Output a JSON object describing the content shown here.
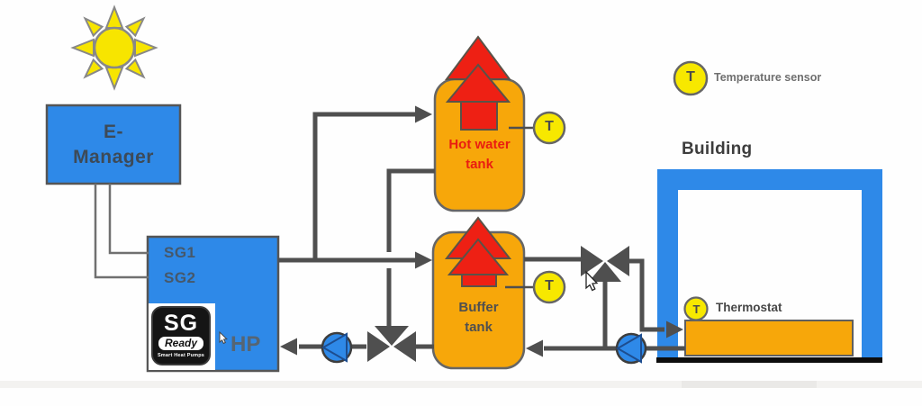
{
  "energy_manager": {
    "label": "E-\nManager"
  },
  "heat_pump": {
    "sg1": "SG1",
    "sg2": "SG2",
    "hp": "HP",
    "badge": {
      "sg": "SG",
      "ready": "Ready",
      "tagline": "Smart Heat Pumps"
    }
  },
  "tanks": {
    "hot_water": "Hot water\ntank",
    "buffer": "Buffer\ntank"
  },
  "building": {
    "label": "Building",
    "thermostat": "Thermostat"
  },
  "legend": {
    "temperature_sensor": "Temperature sensor"
  },
  "sensor": {
    "t": "T"
  },
  "colors": {
    "blue": "#2E89E8",
    "orange": "#F7A70A",
    "red": "#EE2014",
    "yellow": "#F7E800",
    "pipe_gray": "#4F4F4F",
    "floor_black": "#0D0D0D"
  }
}
